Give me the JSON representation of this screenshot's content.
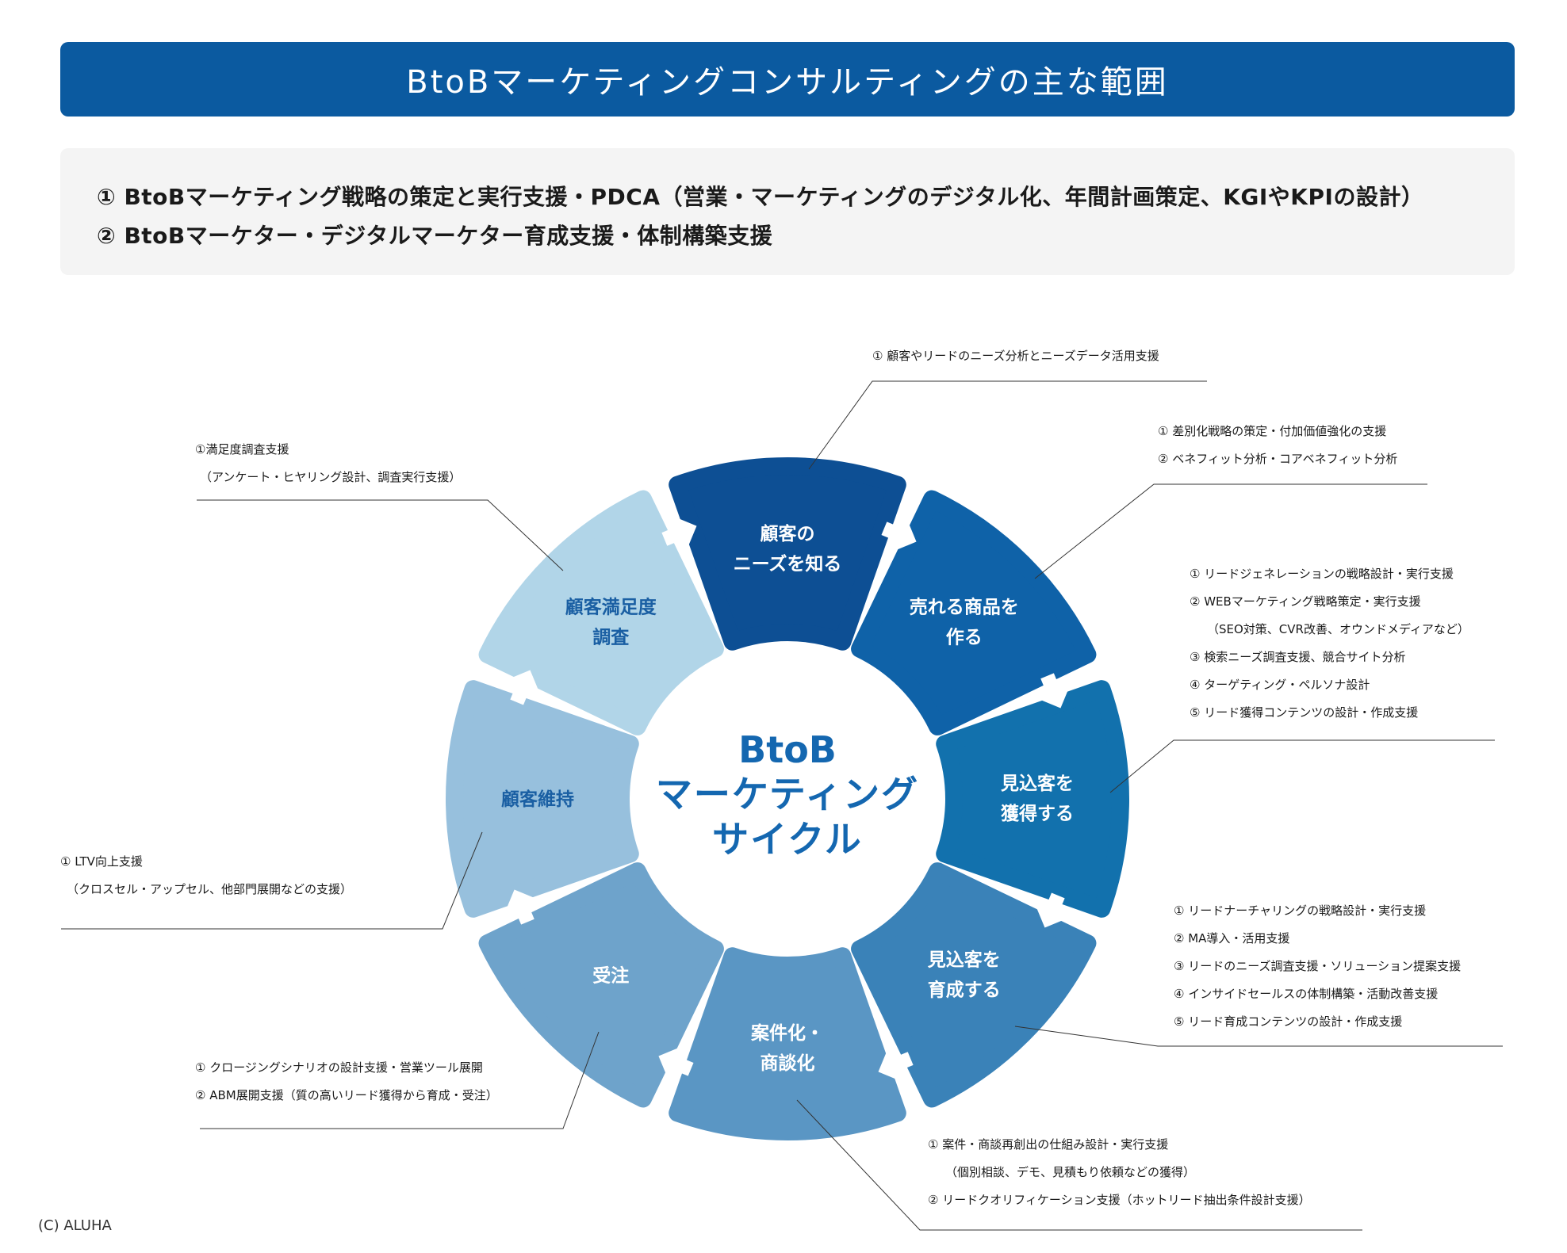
{
  "header": {
    "title": "BtoBマーケティングコンサルティングの主な範囲"
  },
  "scope": {
    "items": [
      "① BtoBマーケティング戦略の策定と実行支援・PDCA（営業・マーケティングのデジタル化、年間計画策定、KGIやKPIの設計）",
      "② BtoBマーケター・デジタルマーケター育成支援・体制構築支援"
    ]
  },
  "cycle": {
    "center": {
      "line1": "BtoB",
      "line2": "マーケティング",
      "line3": "サイクル"
    },
    "segments": [
      {
        "line1": "顧客の",
        "line2": "ニーズを知る",
        "color": "#0d4f94",
        "text_color": "#ffffff"
      },
      {
        "line1": "売れる商品を",
        "line2": "作る",
        "color": "#0f62a8",
        "text_color": "#ffffff"
      },
      {
        "line1": "見込客を",
        "line2": "獲得する",
        "color": "#1271ad",
        "text_color": "#ffffff"
      },
      {
        "line1": "見込客を",
        "line2": "育成する",
        "color": "#3a82b8",
        "text_color": "#ffffff"
      },
      {
        "line1": "案件化・",
        "line2": "商談化",
        "color": "#5a96c4",
        "text_color": "#ffffff"
      },
      {
        "line1": "受注",
        "line2": "",
        "color": "#6ea3cb",
        "text_color": "#ffffff"
      },
      {
        "line1": "顧客維持",
        "line2": "",
        "color": "#97c0dd",
        "text_color": "#1a5fa3"
      },
      {
        "line1": "顧客満足度",
        "line2": "調査",
        "color": "#b1d5e8",
        "text_color": "#1a5fa3"
      }
    ]
  },
  "annotations": {
    "needs": [
      "① 顧客やリードのニーズ分析とニーズデータ活用支援"
    ],
    "product": [
      "① 差別化戦略の策定・付加価値強化の支援",
      "② ベネフィット分析・コアベネフィット分析"
    ],
    "acquire": [
      "① リードジェネレーションの戦略設計・実行支援",
      "② WEBマーケティング戦略策定・実行支援",
      "（SEO対策、CVR改善、オウンドメディアなど）",
      "③ 検索ニーズ調査支援、競合サイト分析",
      "④ ターゲティング・ペルソナ設計",
      "⑤ リード獲得コンテンツの設計・作成支援"
    ],
    "nurture": [
      "① リードナーチャリングの戦略設計・実行支援",
      "② MA導入・活用支援",
      "③ リードのニーズ調査支援・ソリューション提案支援",
      "④ インサイドセールスの体制構築・活動改善支援",
      "⑤ リード育成コンテンツの設計・作成支援"
    ],
    "deal": [
      "① 案件・商談再創出の仕組み設計・実行支援",
      "（個別相談、デモ、見積もり依頼などの獲得）",
      "② リードクオリフィケーション支援（ホットリード抽出条件設計支援）"
    ],
    "order": [
      "① クロージングシナリオの設計支援・営業ツール展開",
      "② ABM展開支援（質の高いリード獲得から育成・受注）"
    ],
    "retention": [
      "① LTV向上支援",
      "（クロスセル・アップセル、他部門展開などの支援）"
    ],
    "satisfaction": [
      "①満足度調査支援",
      "（アンケート・ヒヤリング設計、調査実行支援）"
    ]
  },
  "footer": {
    "copyright": "(C) ALUHA"
  }
}
